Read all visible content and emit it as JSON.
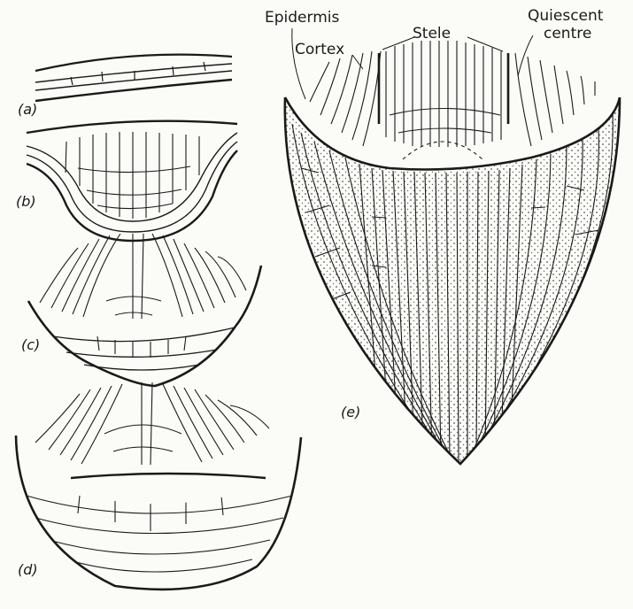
{
  "labels": {
    "epidermis": "Epidermis",
    "cortex": "Cortex",
    "stele": "Stele",
    "quiescent_line1": "Quiescent",
    "quiescent_line2": "centre"
  },
  "panels": {
    "a": "(a)",
    "b": "(b)",
    "c": "(c)",
    "d": "(d)",
    "e": "(e)"
  },
  "colors": {
    "ink": "#1a1a1a",
    "paper": "#fbfbf8",
    "stipple": "#555555"
  }
}
